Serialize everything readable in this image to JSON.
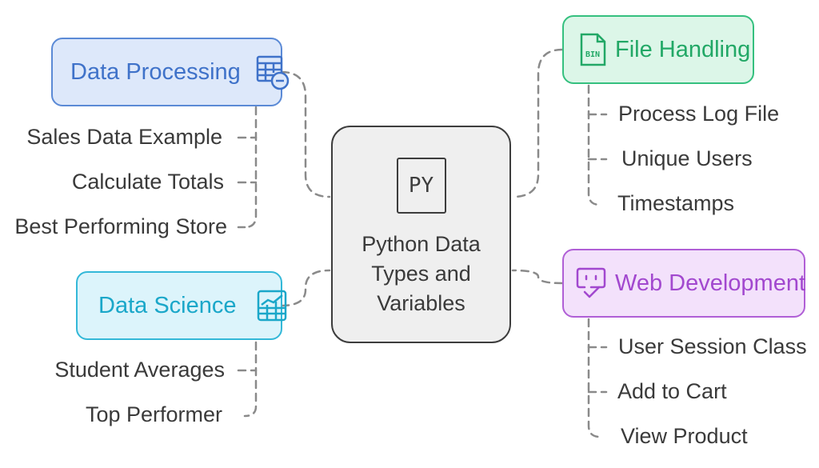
{
  "center": {
    "icon_text": "PY",
    "icon": "py-file-icon",
    "title": "Python Data Types and Variables"
  },
  "branches": {
    "data_processing": {
      "label": "Data Processing",
      "icon": "table-minus-icon",
      "color": "#5b8ad6",
      "fill": "#dde8fa",
      "items": [
        "Sales Data Example",
        "Calculate Totals",
        "Best Performing Store"
      ]
    },
    "data_science": {
      "label": "Data Science",
      "icon": "spreadsheet-chart-icon",
      "color": "#33b8d8",
      "fill": "#dcf4fb",
      "items": [
        "Student Averages",
        "Top Performer"
      ]
    },
    "file_handling": {
      "label": "File Handling",
      "icon": "bin-file-icon",
      "icon_text": "BIN",
      "color": "#35c07f",
      "fill": "#dcf6e8",
      "items": [
        "Process Log File",
        "Unique Users",
        "Timestamps"
      ]
    },
    "web_development": {
      "label": "Web Development",
      "icon": "chat-check-icon",
      "color": "#b05fd6",
      "fill": "#f3e1fb",
      "items": [
        "User Session Class",
        "Add to Cart",
        "View Product"
      ]
    }
  },
  "connector_color": "#8a8a8a"
}
